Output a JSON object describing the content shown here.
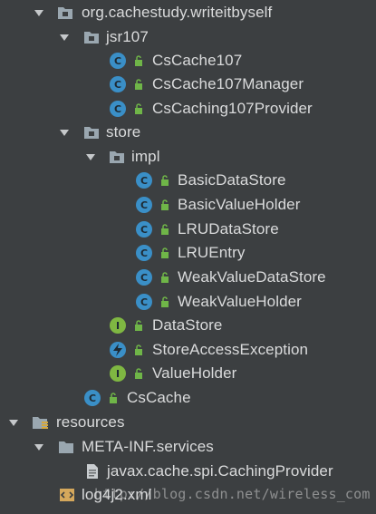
{
  "tree": {
    "pkg_root": "org.cachestudy.writeitbyself",
    "jsr107": "jsr107",
    "CsCache107": "CsCache107",
    "CsCache107Manager": "CsCache107Manager",
    "CsCaching107Provider": "CsCaching107Provider",
    "store": "store",
    "impl": "impl",
    "BasicDataStore": "BasicDataStore",
    "BasicValueHolder": "BasicValueHolder",
    "LRUDataStore": "LRUDataStore",
    "LRUEntry": "LRUEntry",
    "WeakValueDataStore": "WeakValueDataStore",
    "WeakValueHolder": "WeakValueHolder",
    "DataStore": "DataStore",
    "StoreAccessException": "StoreAccessException",
    "ValueHolder": "ValueHolder",
    "CsCache": "CsCache",
    "resources": "resources",
    "metainf": "META-INF.services",
    "provider_file": "javax.cache.spi.CachingProvider",
    "log4j2": "log4j2.xml"
  },
  "badges": {
    "class": "C",
    "interface": "I"
  },
  "watermark": "http://blog.csdn.net/wireless_com",
  "colors": {
    "background": "#3c3f41",
    "text": "#dadbdc",
    "class_icon": "#3a8fc7",
    "interface_icon": "#7fb742",
    "folder": "#9aa7b0",
    "lock": "#6fb548"
  }
}
